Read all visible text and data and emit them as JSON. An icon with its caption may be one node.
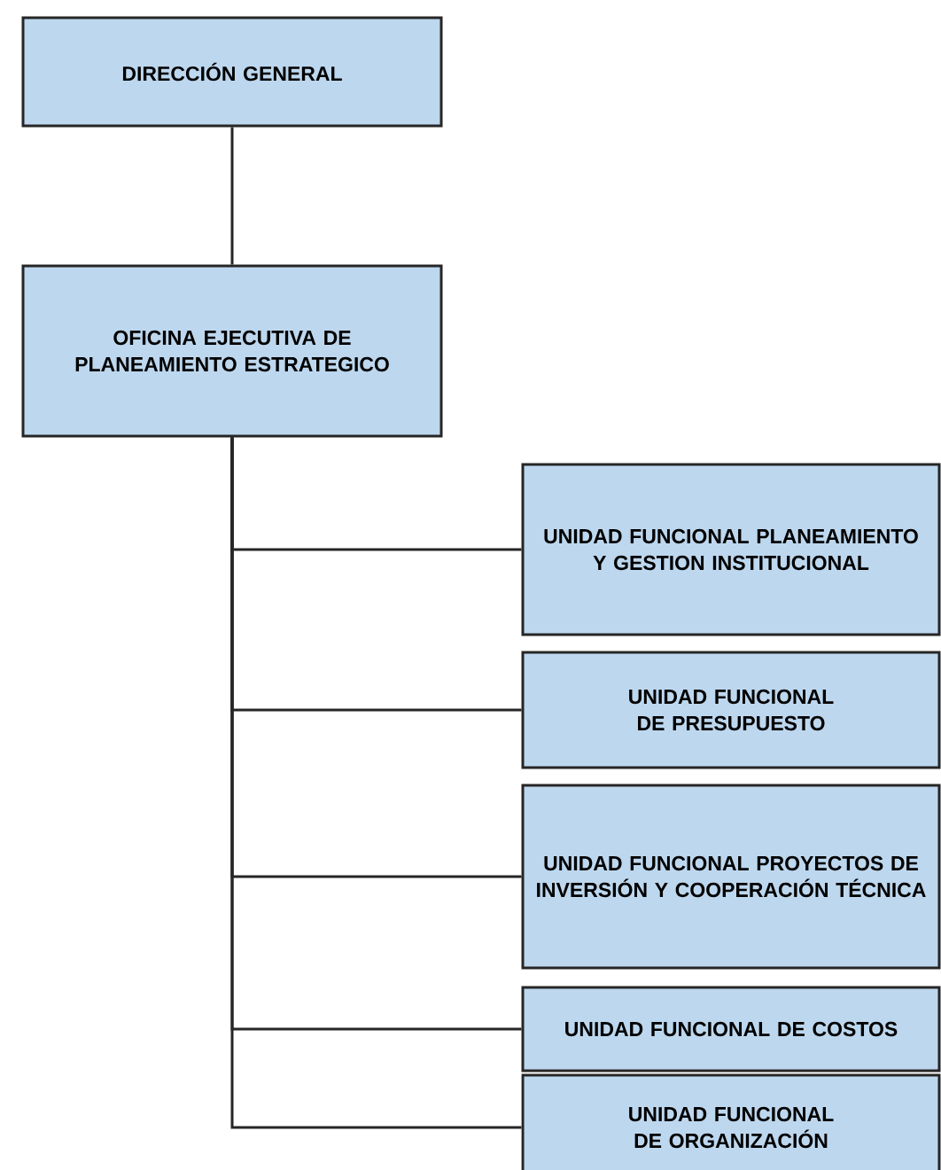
{
  "diagram": {
    "nodes": [
      {
        "text": [
          "DIRECCIÓN GENERAL"
        ]
      },
      {
        "text": [
          "OFICINA EJECUTIVA DE PLANEAMIENTO ESTRATEGICO"
        ]
      },
      {
        "text": [
          "UNIDAD FUNCIONAL PLANEAMIENTO Y GESTION INSTITUCIONAL"
        ]
      },
      {
        "text": [
          "UNIDAD FUNCIONAL DE PRESUPUESTO"
        ]
      },
      {
        "text": [
          "UNIDAD FUNCIONAL PROYECTOS DE INVERSIÓN Y COOPERACIÓN TÉCNICA"
        ]
      },
      {
        "text": [
          "UNIDAD FUNCIONAL DE COSTOS"
        ]
      },
      {
        "text": [
          "UNIDAD FUNCIONAL DE ORGANIZACIÓN"
        ]
      }
    ],
    "edges": [
      {
        "from": 0,
        "to": 1,
        "arrow": "none"
      },
      {
        "from": 1,
        "to": 2,
        "arrow": "none"
      },
      {
        "from": 1,
        "to": 3,
        "arrow": "none"
      },
      {
        "from": 1,
        "to": 4,
        "arrow": "none"
      },
      {
        "from": 1,
        "to": 5,
        "arrow": "none"
      },
      {
        "from": 1,
        "to": 6,
        "arrow": "none"
      }
    ]
  }
}
